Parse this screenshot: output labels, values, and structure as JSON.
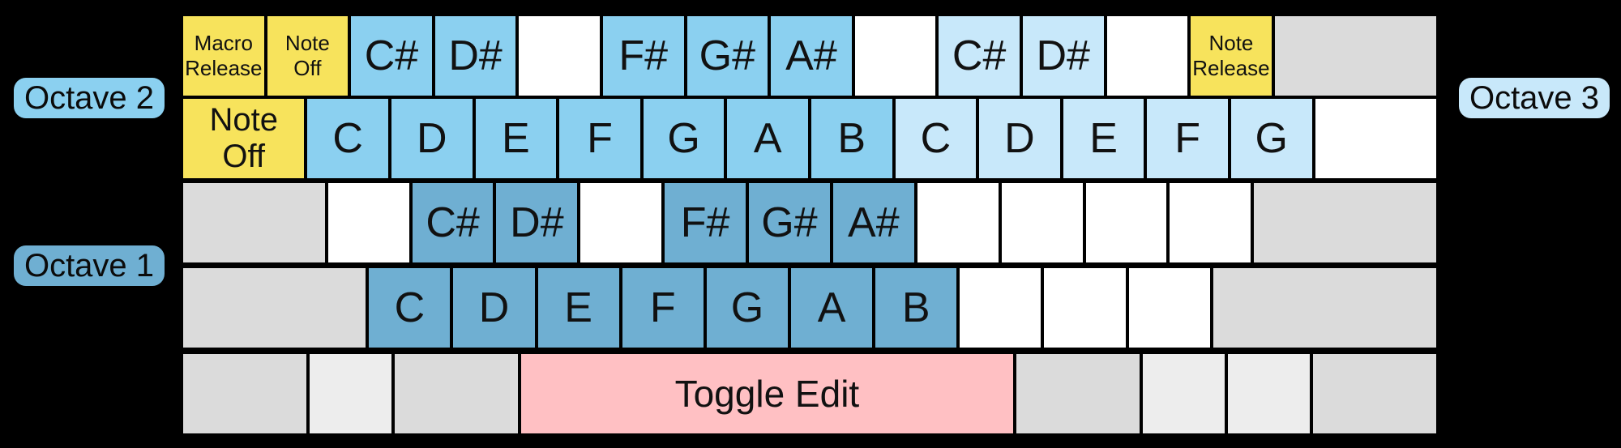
{
  "labels": {
    "octave1": "Octave 1",
    "octave2": "Octave 2",
    "octave3": "Octave 3"
  },
  "colors": {
    "background": "#000000",
    "yellow": "#F7E35C",
    "blue_octave2": "#8BD0F0",
    "blue_octave3": "#C8E8FA",
    "blue_octave1": "#6FAFD2",
    "pink": "#FFC0C3",
    "gray": "#DBDBDB",
    "gray_light": "#EDEDED",
    "white": "#FFFFFF",
    "key_text": "#111111"
  },
  "keyboard": {
    "rows": [
      {
        "name": "number-row",
        "keys": [
          {
            "name": "key-macro-release",
            "label": "Macro\nRelease",
            "color": "yellow",
            "kind": "macro",
            "u": 1
          },
          {
            "name": "key-note-off-num",
            "label": "Note\nOff",
            "color": "yellow",
            "kind": "macro",
            "u": 1
          },
          {
            "name": "key-note-csharp-oct2",
            "label": "C#",
            "color": "blue_octave2",
            "kind": "note",
            "u": 1
          },
          {
            "name": "key-note-dsharp-oct2",
            "label": "D#",
            "color": "blue_octave2",
            "kind": "note",
            "u": 1
          },
          {
            "name": "key-unmapped",
            "label": "",
            "color": "white",
            "kind": "gap",
            "u": 1
          },
          {
            "name": "key-note-fsharp-oct2",
            "label": "F#",
            "color": "blue_octave2",
            "kind": "note",
            "u": 1
          },
          {
            "name": "key-note-gsharp-oct2",
            "label": "G#",
            "color": "blue_octave2",
            "kind": "note",
            "u": 1
          },
          {
            "name": "key-note-asharp-oct2",
            "label": "A#",
            "color": "blue_octave2",
            "kind": "note",
            "u": 1
          },
          {
            "name": "key-unmapped",
            "label": "",
            "color": "white",
            "kind": "gap",
            "u": 1
          },
          {
            "name": "key-note-csharp-oct3",
            "label": "C#",
            "color": "blue_octave3",
            "kind": "note",
            "u": 1
          },
          {
            "name": "key-note-dsharp-oct3",
            "label": "D#",
            "color": "blue_octave3",
            "kind": "note",
            "u": 1
          },
          {
            "name": "key-unmapped",
            "label": "",
            "color": "white",
            "kind": "gap",
            "u": 1
          },
          {
            "name": "key-note-release",
            "label": "Note\nRelease",
            "color": "yellow",
            "kind": "macro",
            "u": 1
          },
          {
            "name": "key-backspace",
            "label": "",
            "color": "gray",
            "kind": "mod",
            "u": 2
          }
        ]
      },
      {
        "name": "qwerty-row",
        "keys": [
          {
            "name": "key-note-off-tab",
            "label": "Note\nOff",
            "color": "yellow",
            "kind": "tab",
            "u": 1.5
          },
          {
            "name": "key-note-c-oct2",
            "label": "C",
            "color": "blue_octave2",
            "kind": "note",
            "u": 1
          },
          {
            "name": "key-note-d-oct2",
            "label": "D",
            "color": "blue_octave2",
            "kind": "note",
            "u": 1
          },
          {
            "name": "key-note-e-oct2",
            "label": "E",
            "color": "blue_octave2",
            "kind": "note",
            "u": 1
          },
          {
            "name": "key-note-f-oct2",
            "label": "F",
            "color": "blue_octave2",
            "kind": "note",
            "u": 1
          },
          {
            "name": "key-note-g-oct2",
            "label": "G",
            "color": "blue_octave2",
            "kind": "note",
            "u": 1
          },
          {
            "name": "key-note-a-oct2",
            "label": "A",
            "color": "blue_octave2",
            "kind": "note",
            "u": 1
          },
          {
            "name": "key-note-b-oct2",
            "label": "B",
            "color": "blue_octave2",
            "kind": "note",
            "u": 1
          },
          {
            "name": "key-note-c-oct3",
            "label": "C",
            "color": "blue_octave3",
            "kind": "note",
            "u": 1
          },
          {
            "name": "key-note-d-oct3",
            "label": "D",
            "color": "blue_octave3",
            "kind": "note",
            "u": 1
          },
          {
            "name": "key-note-e-oct3",
            "label": "E",
            "color": "blue_octave3",
            "kind": "note",
            "u": 1
          },
          {
            "name": "key-note-f-oct3",
            "label": "F",
            "color": "blue_octave3",
            "kind": "note",
            "u": 1
          },
          {
            "name": "key-note-g-oct3",
            "label": "G",
            "color": "blue_octave3",
            "kind": "note",
            "u": 1
          },
          {
            "name": "key-backslash",
            "label": "",
            "color": "white",
            "kind": "gap",
            "u": 1.5
          }
        ]
      },
      {
        "name": "home-row",
        "keys": [
          {
            "name": "key-capslock",
            "label": "",
            "color": "gray",
            "kind": "mod",
            "u": 1.75
          },
          {
            "name": "key-unmapped",
            "label": "",
            "color": "white",
            "kind": "gap",
            "u": 1
          },
          {
            "name": "key-note-csharp-oct1",
            "label": "C#",
            "color": "blue_octave1",
            "kind": "note",
            "u": 1
          },
          {
            "name": "key-note-dsharp-oct1",
            "label": "D#",
            "color": "blue_octave1",
            "kind": "note",
            "u": 1
          },
          {
            "name": "key-unmapped",
            "label": "",
            "color": "white",
            "kind": "gap",
            "u": 1
          },
          {
            "name": "key-note-fsharp-oct1",
            "label": "F#",
            "color": "blue_octave1",
            "kind": "note",
            "u": 1
          },
          {
            "name": "key-note-gsharp-oct1",
            "label": "G#",
            "color": "blue_octave1",
            "kind": "note",
            "u": 1
          },
          {
            "name": "key-note-asharp-oct1",
            "label": "A#",
            "color": "blue_octave1",
            "kind": "note",
            "u": 1
          },
          {
            "name": "key-unmapped",
            "label": "",
            "color": "white",
            "kind": "gap",
            "u": 1
          },
          {
            "name": "key-unmapped",
            "label": "",
            "color": "white",
            "kind": "gap",
            "u": 1
          },
          {
            "name": "key-unmapped",
            "label": "",
            "color": "white",
            "kind": "gap",
            "u": 1
          },
          {
            "name": "key-unmapped",
            "label": "",
            "color": "white",
            "kind": "gap",
            "u": 1
          },
          {
            "name": "key-enter",
            "label": "",
            "color": "gray",
            "kind": "mod",
            "u": 2.25
          }
        ]
      },
      {
        "name": "zxcv-row",
        "keys": [
          {
            "name": "key-shift-left",
            "label": "",
            "color": "gray",
            "kind": "mod",
            "u": 2.25
          },
          {
            "name": "key-note-c-oct1",
            "label": "C",
            "color": "blue_octave1",
            "kind": "note",
            "u": 1
          },
          {
            "name": "key-note-d-oct1",
            "label": "D",
            "color": "blue_octave1",
            "kind": "note",
            "u": 1
          },
          {
            "name": "key-note-e-oct1",
            "label": "E",
            "color": "blue_octave1",
            "kind": "note",
            "u": 1
          },
          {
            "name": "key-note-f-oct1",
            "label": "F",
            "color": "blue_octave1",
            "kind": "note",
            "u": 1
          },
          {
            "name": "key-note-g-oct1",
            "label": "G",
            "color": "blue_octave1",
            "kind": "note",
            "u": 1
          },
          {
            "name": "key-note-a-oct1",
            "label": "A",
            "color": "blue_octave1",
            "kind": "note",
            "u": 1
          },
          {
            "name": "key-note-b-oct1",
            "label": "B",
            "color": "blue_octave1",
            "kind": "note",
            "u": 1
          },
          {
            "name": "key-unmapped",
            "label": "",
            "color": "white",
            "kind": "gap",
            "u": 1
          },
          {
            "name": "key-unmapped",
            "label": "",
            "color": "white",
            "kind": "gap",
            "u": 1
          },
          {
            "name": "key-unmapped",
            "label": "",
            "color": "white",
            "kind": "gap",
            "u": 1
          },
          {
            "name": "key-shift-right",
            "label": "",
            "color": "gray",
            "kind": "mod",
            "u": 2.75
          }
        ]
      },
      {
        "name": "space-row",
        "keys": [
          {
            "name": "key-ctrl-left",
            "label": "",
            "color": "gray",
            "kind": "mod",
            "u": 1.5
          },
          {
            "name": "key-win-left",
            "label": "",
            "color": "gray_light",
            "kind": "mod",
            "u": 1
          },
          {
            "name": "key-alt-left",
            "label": "",
            "color": "gray",
            "kind": "mod",
            "u": 1.5
          },
          {
            "name": "key-space-toggle-edit",
            "label": "Toggle Edit",
            "color": "pink",
            "kind": "space",
            "u": 6
          },
          {
            "name": "key-alt-right",
            "label": "",
            "color": "gray",
            "kind": "mod",
            "u": 1.5
          },
          {
            "name": "key-win-right",
            "label": "",
            "color": "gray_light",
            "kind": "mod",
            "u": 1
          },
          {
            "name": "key-menu",
            "label": "",
            "color": "gray_light",
            "kind": "mod",
            "u": 1
          },
          {
            "name": "key-ctrl-right",
            "label": "",
            "color": "gray",
            "kind": "mod",
            "u": 1.5
          }
        ]
      }
    ]
  }
}
